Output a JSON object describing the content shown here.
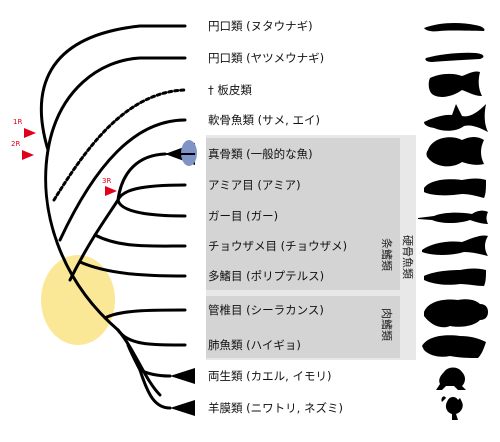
{
  "taxa": [
    {
      "label": "円口類 (ヌタウナギ)"
    },
    {
      "label": "円口類 (ヤツメウナギ)"
    },
    {
      "label": "† 板皮類"
    },
    {
      "label": "軟骨魚類 (サメ, エイ)"
    },
    {
      "label": "真骨類 (一般的な魚)"
    },
    {
      "label": "アミア目 (アミア)"
    },
    {
      "label": "ガー目 (ガー)"
    },
    {
      "label": "チョウザメ目 (チョウザメ)"
    },
    {
      "label": "多鰭目 (ポリプテルス)"
    },
    {
      "label": "管椎目 (シーラカンス)"
    },
    {
      "label": "肺魚類 (ハイギョ)"
    },
    {
      "label": "両生類 (カエル, イモリ)"
    },
    {
      "label": "羊膜類 (ニワトリ, ネズミ)"
    }
  ],
  "groups": {
    "actinopterygii": "条鰭類",
    "sarcopterygii": "肉鰭類",
    "osteichthyes": "硬骨魚類"
  },
  "duplication_markers": [
    "1R",
    "2R",
    "3R"
  ],
  "colors": {
    "panel": "#e8e8e8",
    "inner_box": "#d4d4d4",
    "highlight": "#fbe58c",
    "teleost_node": "#7f93c6",
    "marker": "#e2001a",
    "branch": "#000000"
  },
  "silhouettes": [
    "eel-silhouette",
    "lamprey-silhouette",
    "placoderm-silhouette",
    "shark-silhouette",
    "cichlid-silhouette",
    "bowfin-silhouette",
    "gar-silhouette",
    "sturgeon-silhouette",
    "bichir-silhouette",
    "coelacanth-silhouette",
    "lungfish-silhouette",
    "frog-silhouette",
    "rooster-silhouette"
  ]
}
